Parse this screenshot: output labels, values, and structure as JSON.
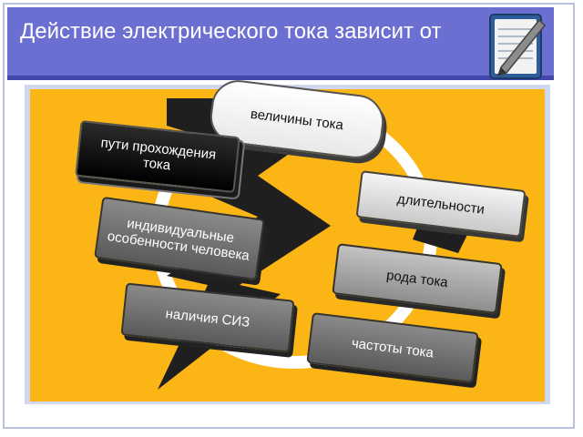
{
  "slide": {
    "title": "Действие электрического тока зависит от",
    "icon": "notepad-pen-icon"
  },
  "diagram": {
    "background_color": "#fbb515",
    "items": [
      {
        "label": "величины тока",
        "style": "white"
      },
      {
        "label": "пути прохождения тока",
        "style": "black"
      },
      {
        "label": "длительности",
        "style": "light"
      },
      {
        "label": "индивидуальные особенности человека",
        "style": "gray"
      },
      {
        "label": "рода тока",
        "style": "mid"
      },
      {
        "label": "наличия СИЗ",
        "style": "gray"
      },
      {
        "label": "частоты тока",
        "style": "gray"
      }
    ]
  }
}
